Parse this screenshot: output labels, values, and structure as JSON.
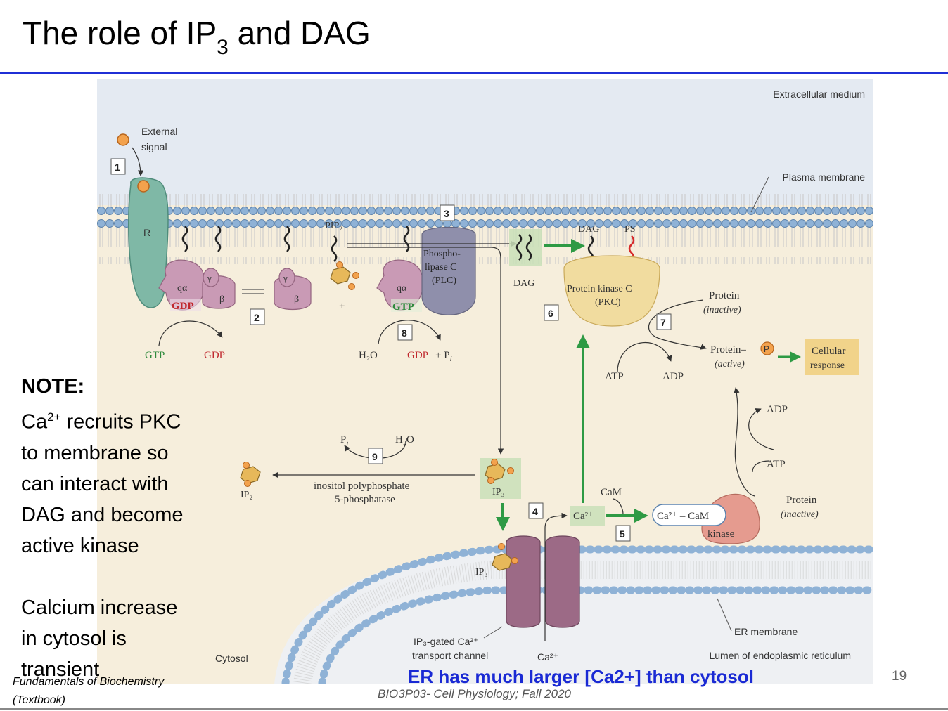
{
  "slide": {
    "title_main": "The role of IP",
    "title_sub": "3",
    "title_end": " and DAG",
    "page_number": "19",
    "citation_line1": "Fundamentals of Biochemistry",
    "citation_line2": "(Textbook)",
    "highlight": "ER has much larger [Ca2+] than cytosol",
    "course": "BIO3P03- Cell Physiology; Fall 2020"
  },
  "note": {
    "heading": "NOTE:",
    "ca": "Ca",
    "ca_sup": "2+",
    "line1_rest": " recruits PKC",
    "line2": "to membrane so",
    "line3": "can interact with",
    "line4": "DAG and become",
    "line5": "active kinase",
    "line6": "Calcium increase",
    "line7": "in cytosol is",
    "line8": "transient"
  },
  "diagram": {
    "extracellular": "Extracellular medium",
    "plasma_membrane": "Plasma membrane",
    "external_signal_1": "External",
    "external_signal_2": "signal",
    "receptor": "R",
    "g_alpha": "qα",
    "g_beta": "β",
    "g_gamma": "γ",
    "gdp": "GDP",
    "gtp": "GTP",
    "pip2": "PIP₂",
    "plus": "+",
    "plc_1": "Phospho-",
    "plc_2": "lipase C",
    "plc_3": "(PLC)",
    "dag": "DAG",
    "ps": "PS",
    "pkc_1": "Protein kinase C",
    "pkc_2": "(PKC)",
    "protein_inactive_1": "Protein",
    "protein_inactive_2": "(inactive)",
    "protein_active_1": "Protein–",
    "protein_active_2": "(active)",
    "phospho": "P",
    "cellular_response_1": "Cellular",
    "cellular_response_2": "response",
    "atp": "ATP",
    "adp": "ADP",
    "h2o": "H₂O",
    "gdp_pi": "+ P",
    "pi": "P",
    "i": "i",
    "ip3": "IP₃",
    "ip2": "IP₂",
    "phosphatase_1": "inositol polyphosphate",
    "phosphatase_2": "5-phosphatase",
    "ca2": "Ca²⁺",
    "cam": "CaM",
    "ca_cam": "Ca²⁺ – CaM",
    "kinase": "kinase",
    "channel_1": "IP₃-gated Ca²⁺",
    "channel_2": "transport channel",
    "er_membrane": "ER membrane",
    "lumen": "Lumen of endoplasmic reticulum",
    "cytosol": "Cytosol",
    "steps": [
      "1",
      "2",
      "3",
      "4",
      "5",
      "6",
      "7",
      "8",
      "9"
    ]
  },
  "colors": {
    "title_rule": "#1f2fd6",
    "highlight": "#1a2ad4",
    "extracellular_bg": "#e4eaf2",
    "cytosol_bg": "#f6eedc",
    "membrane_head": "#8fb2d6",
    "receptor": "#7fb8a6",
    "g_protein": "#c99ab5",
    "plc": "#8f8fab",
    "pkc": "#f1dc9f",
    "green_arrow": "#2e9a44",
    "channel": "#9c6a86",
    "cellular_response_box": "#f1d38a"
  }
}
